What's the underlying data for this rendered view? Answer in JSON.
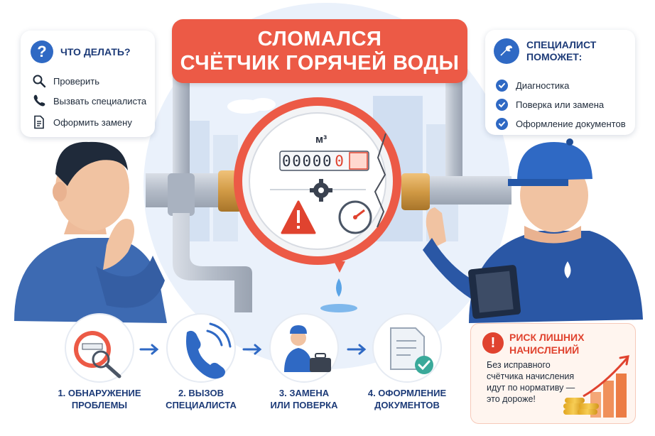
{
  "title": {
    "line1": "Сломался",
    "line2": "счётчик горячей воды"
  },
  "left_bubble": {
    "heading": "Что делать?",
    "items": [
      {
        "label": "Проверить",
        "icon": "magnifier-icon"
      },
      {
        "label": "Вызвать специалиста",
        "icon": "phone-icon"
      },
      {
        "label": "Оформить замену",
        "icon": "document-icon"
      }
    ]
  },
  "right_bubble": {
    "heading_line1": "Специалист",
    "heading_line2": "поможет:",
    "items": [
      {
        "label": "Диагностика"
      },
      {
        "label": "Поверка или замена"
      },
      {
        "label": "Оформление документов"
      }
    ]
  },
  "meter": {
    "unit": "м³",
    "digits": "00000",
    "last_digit": "0"
  },
  "steps": [
    {
      "line1": "1. Обнаружение",
      "line2": "проблемы"
    },
    {
      "line1": "2. Вызов",
      "line2": "специалиста"
    },
    {
      "line1": "3. Замена",
      "line2": "или поверка"
    },
    {
      "line1": "4. Оформление",
      "line2": "документов"
    }
  ],
  "risk": {
    "title_line1": "Риск лишних",
    "title_line2": "начислений",
    "text": "Без исправного счётчика начисления идут по нормативу — это дороже!"
  },
  "colors": {
    "accent_red": "#ec5a46",
    "brand_blue": "#2f69c4",
    "navy": "#1d3b78"
  }
}
